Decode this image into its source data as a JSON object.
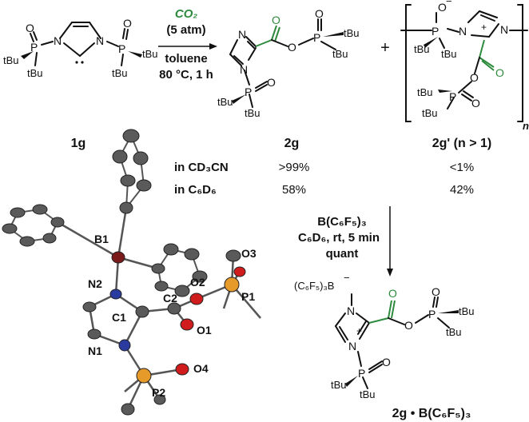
{
  "reaction": {
    "reagent_co2": "CO₂",
    "pressure": "(5 atm)",
    "solvent": "toluene",
    "conditions": "80 °C, 1 h",
    "plus": "+",
    "n_sub": "n"
  },
  "compound_labels": {
    "c1g": "1g",
    "c2g": "2g",
    "c2gp": "2g' (n > 1)",
    "c2g_adduct": "2g • B(C₆F₅)₃"
  },
  "atoms": {
    "P": "P",
    "O": "O",
    "N": "N",
    "B": "B",
    "tBu": "tBu",
    "minus": "−",
    "plus_charge": "+",
    "dot": "•",
    "BC6F5_adduct": "(C₆F₅)₃B"
  },
  "table": {
    "rows": [
      {
        "solvent": "in CD₃CN",
        "val_2g": ">99%",
        "val_2gp": "<1%"
      },
      {
        "solvent": "in C₆D₆",
        "val_2g": "58%",
        "val_2gp": "42%"
      }
    ]
  },
  "second_step": {
    "reagent": "B(C₆F₅)₃",
    "conditions": "C₆D₆, rt, 5 min",
    "yield": "quant"
  },
  "crystal_labels": [
    "B1",
    "N2",
    "C1",
    "C2",
    "O2",
    "O3",
    "P1",
    "O1",
    "N1",
    "O4",
    "P2"
  ],
  "colors": {
    "green": "#2e8b3d",
    "carbon": "#5a5a5a",
    "oxygen": "#d01c1c",
    "phosphorus": "#e69a2a",
    "nitrogen": "#2a3a9e",
    "boron": "#7a1a1a"
  }
}
